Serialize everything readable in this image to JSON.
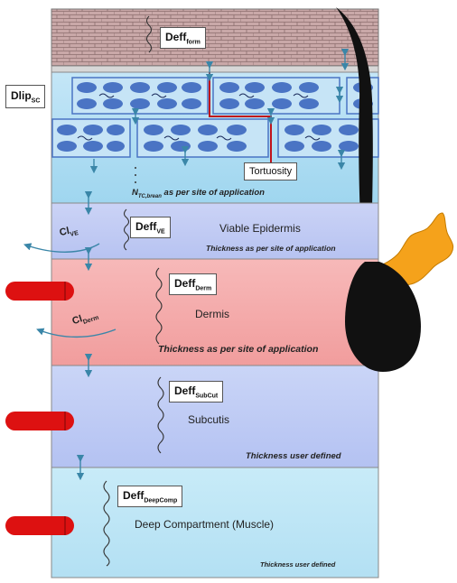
{
  "labels": {
    "deff_form": {
      "main": "Deff",
      "sub": "form"
    },
    "dlip_sc": {
      "main": "Dlip",
      "sub": "SC"
    },
    "tortuosity": "Tortuosity",
    "n_tc": {
      "main": "N",
      "sub": "TC,brean",
      "rest": "as per site of application"
    },
    "deff_ve": {
      "main": "Deff",
      "sub": "VE"
    },
    "cl_ve": {
      "main": "Cl",
      "sub": "VE"
    },
    "viable_epidermis": "Viable Epidermis",
    "ve_thickness": "Thickness as per site of application",
    "deff_derm": {
      "main": "Deff",
      "sub": "Derm"
    },
    "cl_derm": {
      "main": "Cl",
      "sub": "Derm"
    },
    "dermis": "Dermis",
    "derm_thickness": "Thickness as per site of application",
    "deff_subcut": {
      "main": "Deff",
      "sub": "SubCut"
    },
    "subcutis": "Subcutis",
    "subcut_thickness": "Thickness user defined",
    "deff_deepcomp": {
      "main": "Deff",
      "sub": "DeepComp"
    },
    "deep_compartment": "Deep Compartment (Muscle)",
    "deep_thickness": "Thickness user defined"
  },
  "colors": {
    "formulation": "#c9a8a8",
    "stratum_corneum": "#b9dff2",
    "corneocyte": "#4a74c4",
    "viable_epidermis": "#c4cef3",
    "dermis": "#f5b0b0",
    "subcutis": "#c0cdf5",
    "deep_compartment": "#c2e7f6",
    "blood_vessel": "#dd1111",
    "hair": "#111111",
    "sebaceous_gland": "#f5a21b",
    "tortuosity_path": "#c0131a",
    "arrow": "#3a86a8"
  }
}
